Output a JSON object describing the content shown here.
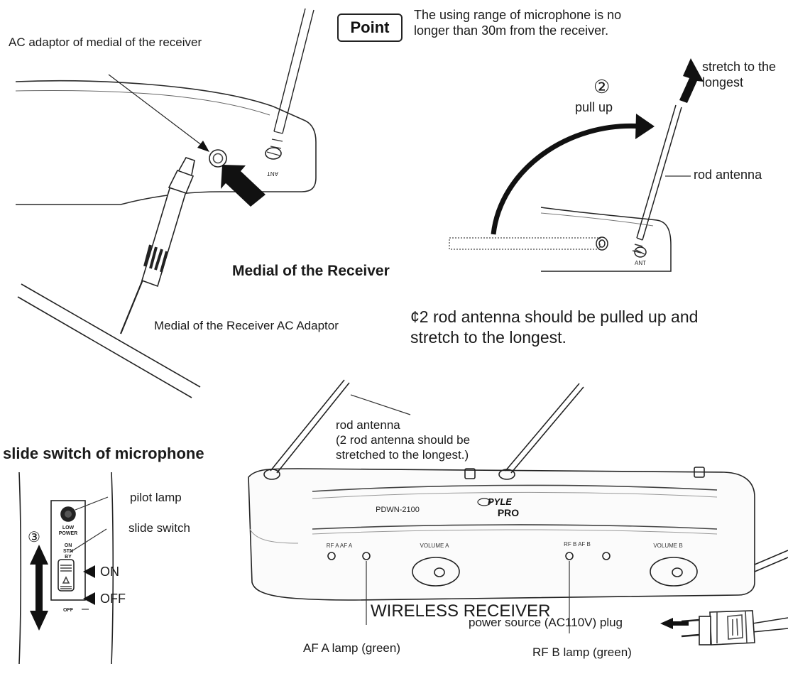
{
  "point": {
    "badge": "Point",
    "line1": "The using range of microphone is no",
    "line2": "longer than 30m from the receiver."
  },
  "medial": {
    "ac_adaptor_label": "AC adaptor of medial of the receiver",
    "ant_mark": "ANT",
    "heading": "Medial of the Receiver",
    "caption": "Medial of the Receiver AC Adaptor"
  },
  "antenna_step": {
    "step_number": "②",
    "pull_up": "pull up",
    "stretch_line1": "stretch to the",
    "stretch_line2": "longest",
    "rod_antenna": "rod antenna",
    "ant_mark": "ANT",
    "note_line1": "¢2 rod antenna should be pulled up and",
    "note_line2": "stretch to the longest."
  },
  "receiver": {
    "rod_antenna_line1": "rod antenna",
    "rod_antenna_line2": "(2 rod antenna should be",
    "rod_antenna_line3": "stretched to the longest.)",
    "model": "PDWN-2100",
    "brand_line1": "PYLE",
    "brand_line2": "PRO",
    "rf_af_a": "RF A AF A",
    "volume_a": "VOLUME A",
    "rf_af_b": "RF B AF B",
    "volume_b": "VOLUME B",
    "title": "WIRELESS RECEIVER",
    "af_a_lamp": "AF A lamp (green)",
    "rf_b_lamp": "RF B lamp (green)",
    "power_plug": "power source (AC110V) plug"
  },
  "mic_switch": {
    "heading": "slide switch of microphone",
    "pilot_lamp": "pilot lamp",
    "slide_switch": "slide switch",
    "step_number": "③",
    "low_power_1": "LOW",
    "low_power_2": "POWER",
    "pos_on": "ON",
    "pos_stn": "STN",
    "pos_by": "BY",
    "pos_off_small": "OFF",
    "on_label": "ON",
    "off_label": "OFF"
  }
}
